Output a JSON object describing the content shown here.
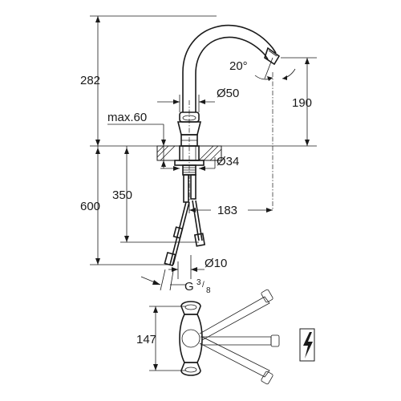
{
  "dimensions": {
    "total_height": "282",
    "spout_height": "190",
    "spout_angle": "20°",
    "body_diameter": "Ø50",
    "max_counter_thickness": "max.60",
    "hole_diameter": "Ø34",
    "hose_length": "600",
    "shank_length": "350",
    "spout_reach": "183",
    "hose_diameter": "Ø10",
    "thread_main": "G",
    "thread_fraction_num": "3",
    "thread_fraction_den": "8",
    "handle_span": "147"
  },
  "symbols": {
    "electrical": "lightning-bolt-icon"
  }
}
